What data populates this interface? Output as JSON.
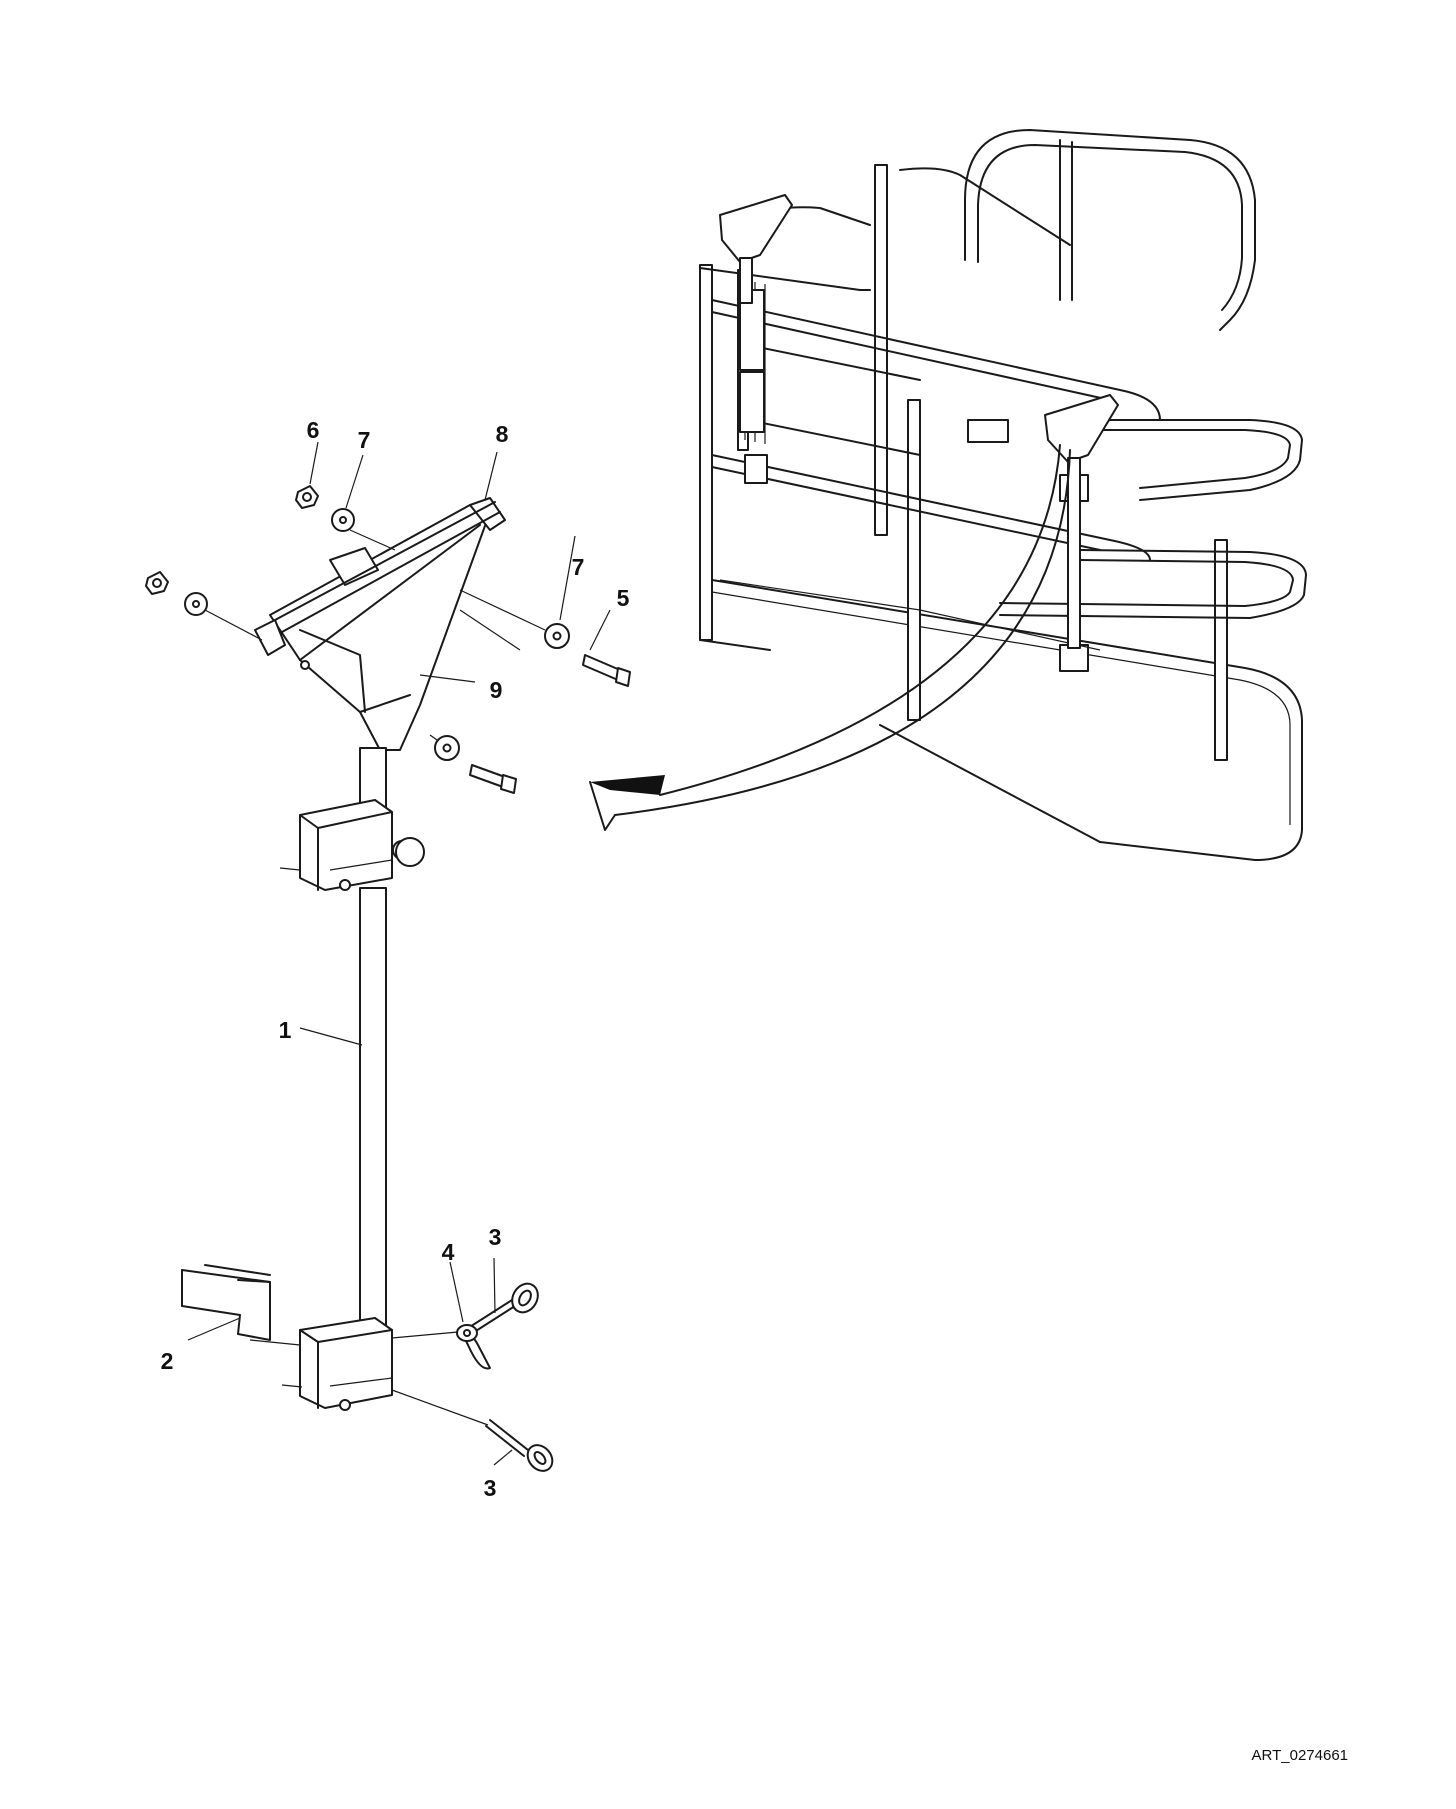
{
  "callouts": {
    "c1": "1",
    "c2": "2",
    "c3a": "3",
    "c3b": "3",
    "c4": "4",
    "c5": "5",
    "c6": "6",
    "c7a": "7",
    "c7b": "7",
    "c8": "8",
    "c9": "9"
  },
  "art_code": "ART_0274661"
}
